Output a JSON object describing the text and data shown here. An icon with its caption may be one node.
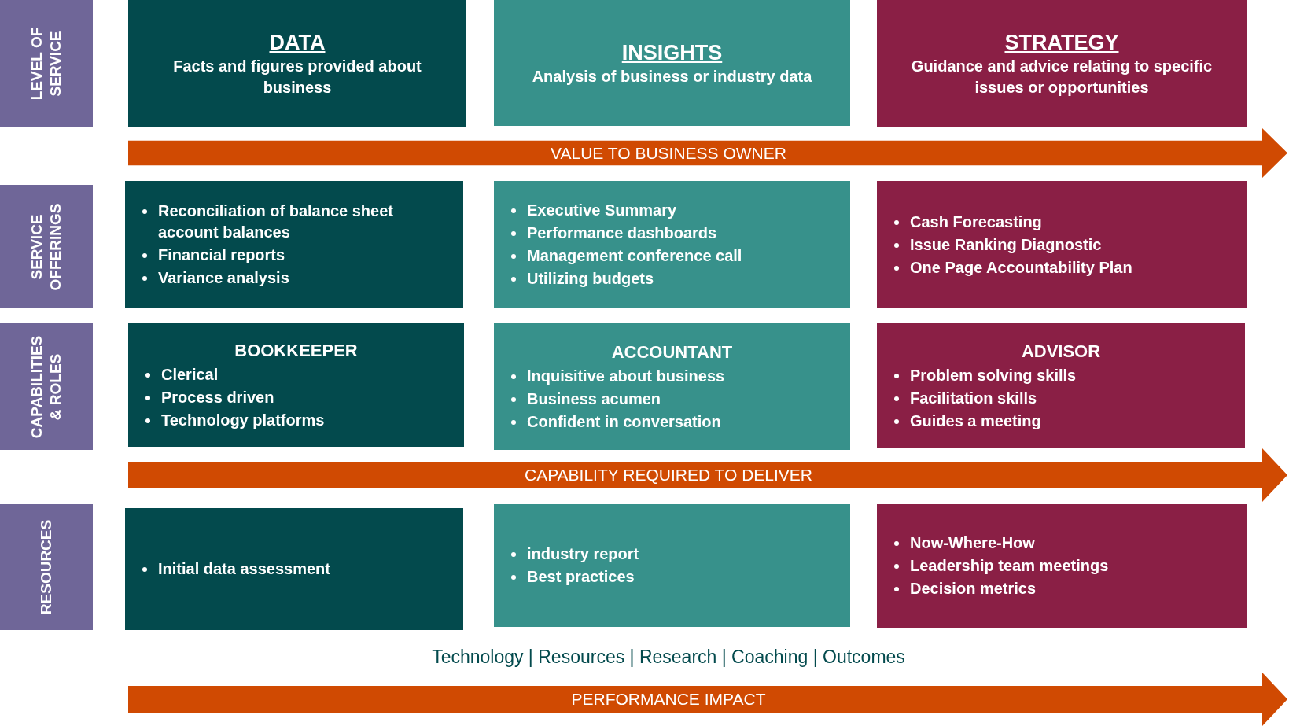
{
  "diagram": {
    "nodes": [
      {
        "text": [
          "LEVEL OF SERVICE"
        ]
      },
      {
        "text": [
          "DATA",
          "Facts and figures provided about business"
        ]
      },
      {
        "text": [
          "INSIGHTS",
          "Analysis of business or industry data"
        ]
      },
      {
        "text": [
          "STRATEGY",
          "Guidance and advice relating to specific issues or opportunities"
        ]
      },
      {
        "text": [
          "VALUE TO BUSINESS OWNER"
        ]
      },
      {
        "text": [
          "SERVICE OFFERINGS"
        ]
      },
      {
        "text": [
          "Reconciliation of balance sheet account balances",
          "Financial reports",
          "Variance analysis"
        ]
      },
      {
        "text": [
          "Executive Summary",
          "Performance dashboards",
          "Management conference call",
          "Utilizing budgets"
        ]
      },
      {
        "text": [
          "Cash Forecasting",
          "Issue Ranking Diagnostic",
          "One Page Accountability Plan"
        ]
      },
      {
        "text": [
          "CAPABILITIES & ROLES"
        ]
      },
      {
        "text": [
          "BOOKKEEPER",
          "Clerical",
          "Process driven",
          "Technology platforms"
        ]
      },
      {
        "text": [
          "ACCOUNTANT",
          "Inquisitive about business",
          "Business acumen",
          "Confident in conversation"
        ]
      },
      {
        "text": [
          "ADVISOR",
          "Problem solving skills",
          "Facilitation skills",
          "Guides a meeting"
        ]
      },
      {
        "text": [
          "CAPABILITY REQUIRED TO DELIVER"
        ]
      },
      {
        "text": [
          "RESOURCES"
        ]
      },
      {
        "text": [
          "Initial data assessment"
        ]
      },
      {
        "text": [
          "industry report",
          "Best practices"
        ]
      },
      {
        "text": [
          "Now-Where-How",
          "Leadership team meetings",
          "Decision metrics"
        ]
      },
      {
        "text": [
          "PERFORMANCE IMPACT"
        ]
      }
    ],
    "labels": [
      "Technology | Resources | Research | Coaching | Outcomes"
    ]
  }
}
